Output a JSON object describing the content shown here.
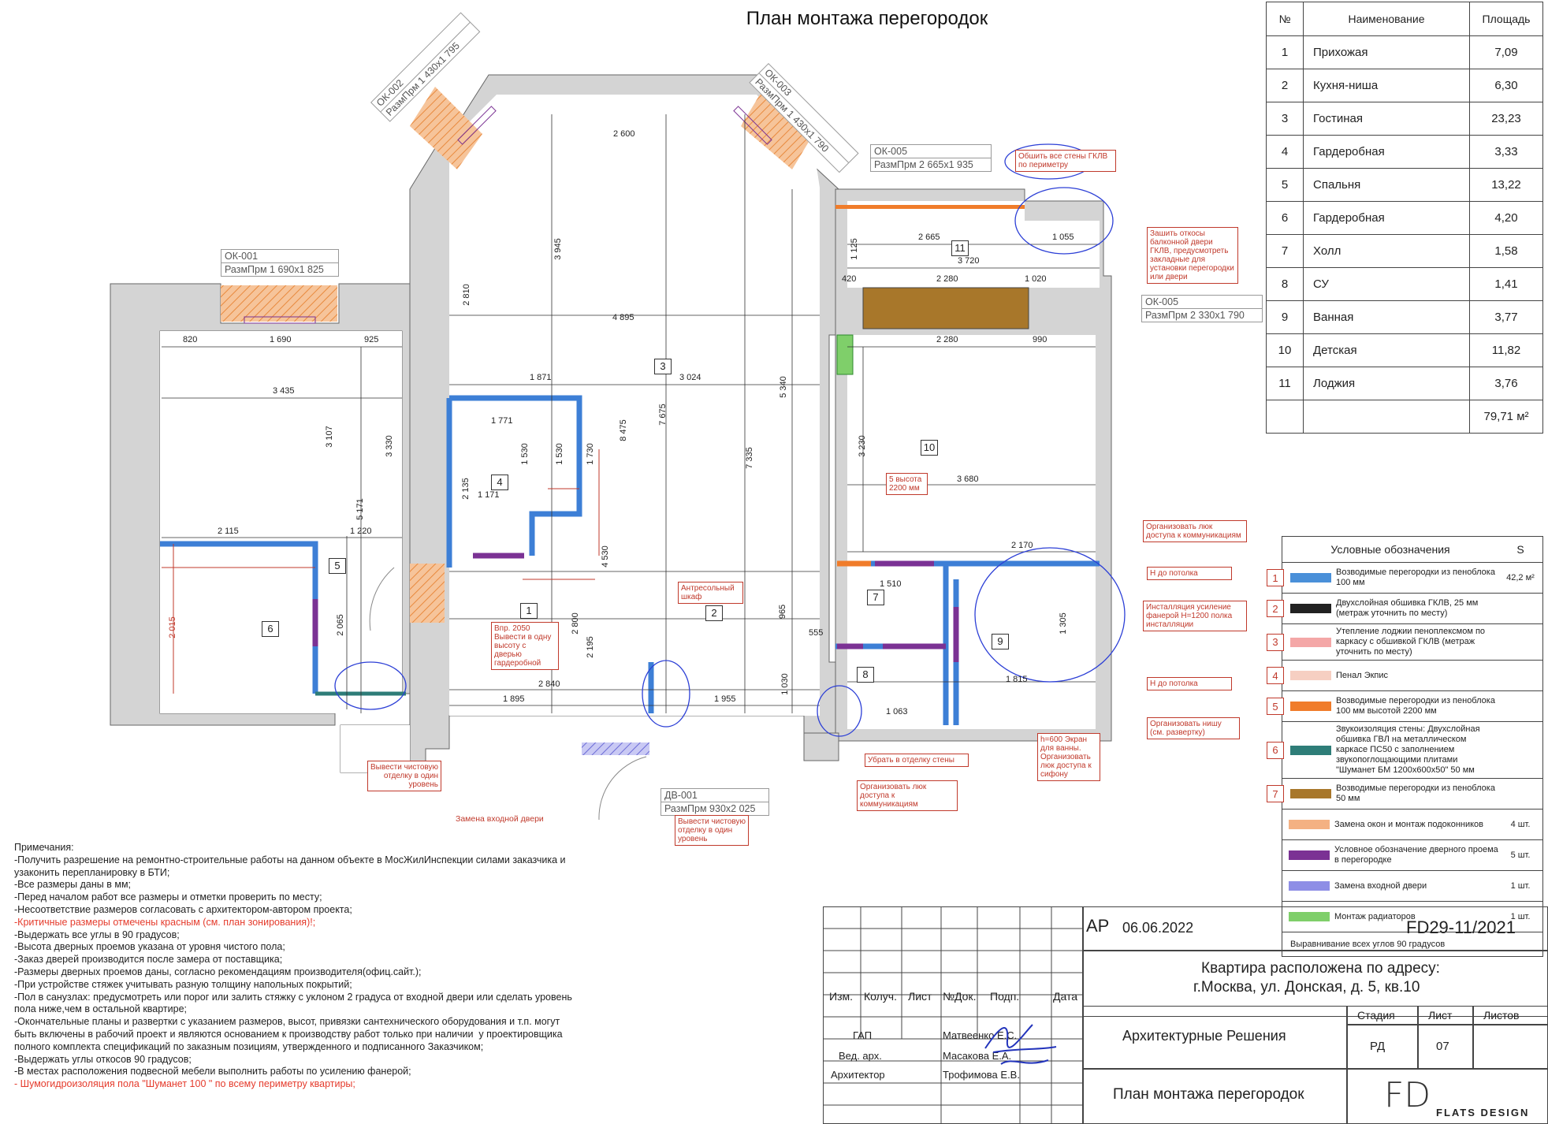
{
  "page_title": "План монтажа перегородок",
  "rooms_table": {
    "headers": [
      "№",
      "Наименование",
      "Площадь"
    ],
    "rows": [
      {
        "n": "1",
        "name": "Прихожая",
        "area": "7,09"
      },
      {
        "n": "2",
        "name": "Кухня-ниша",
        "area": "6,30"
      },
      {
        "n": "3",
        "name": "Гостиная",
        "area": "23,23"
      },
      {
        "n": "4",
        "name": "Гардеробная",
        "area": "3,33"
      },
      {
        "n": "5",
        "name": "Спальня",
        "area": "13,22"
      },
      {
        "n": "6",
        "name": "Гардеробная",
        "area": "4,20"
      },
      {
        "n": "7",
        "name": "Холл",
        "area": "1,58"
      },
      {
        "n": "8",
        "name": "СУ",
        "area": "1,41"
      },
      {
        "n": "9",
        "name": "Ванная",
        "area": "3,77"
      },
      {
        "n": "10",
        "name": "Детская",
        "area": "11,82"
      },
      {
        "n": "11",
        "name": "Лоджия",
        "area": "3,76"
      }
    ],
    "total": "79,71 м²"
  },
  "legend": {
    "title": "Условные обозначения",
    "s_header": "S",
    "items": [
      {
        "num": "1",
        "color": "#4a90d9",
        "text": "Возводимые перегородки из пеноблока 100 мм",
        "count": "42,2 м²"
      },
      {
        "num": "2",
        "color": "#222222",
        "text": "Двухслойная обшивка ГКЛВ, 25 мм (метраж уточнить по месту)",
        "count": ""
      },
      {
        "num": "3",
        "color": "#f4a7a7",
        "text": "Утепление лоджии пеноплексмом по каркасу с обшивкой ГКЛВ (метраж уточнить по месту)",
        "count": ""
      },
      {
        "num": "4",
        "color": "#f6cfc2",
        "text": "Пенал Экпис",
        "count": ""
      },
      {
        "num": "5",
        "color": "#f07c2a",
        "text": "Возводимые перегородки из пеноблока 100 мм высотой 2200 мм",
        "count": ""
      },
      {
        "num": "6",
        "color": "#2e7d78",
        "text": "Звукоизоляция стены: Двухслойная обшивка ГВЛ на металлическом каркасе ПС50 с заполнением звукопоглощающими плитами \"Шуманет БМ 1200x600x50\" 50 мм",
        "count": ""
      },
      {
        "num": "7",
        "color": "#a8772a",
        "text": "Возводимые перегородки из пеноблока 50 мм",
        "count": ""
      },
      {
        "num": "",
        "color": "#f4b183",
        "text": "Замена окон и монтаж подоконников",
        "count": "4 шт."
      },
      {
        "num": "",
        "color": "#7b3294",
        "text": "Условное обозначение дверного проема в перегородке",
        "count": "5 шт."
      },
      {
        "num": "",
        "color": "#8e8ee6",
        "text": "Замена входной двери",
        "count": "1 шт."
      },
      {
        "num": "",
        "color": "#7fcf6a",
        "text": "Монтаж радиаторов",
        "count": "1 шт."
      }
    ],
    "footer": "Выравнивание всех углов 90 градусов"
  },
  "windows": [
    {
      "id": "ОК-001",
      "size": "РазмПрм  1 690х1 825"
    },
    {
      "id": "ОК-002",
      "size": "РазмПрм  1 430х1 795"
    },
    {
      "id": "ОК-003",
      "size": "РазмПрм  1 430х1 790"
    },
    {
      "id": "ОК-005",
      "size": "РазмПрм  2 665х1 935"
    },
    {
      "id": "ОК-005",
      "size": "РазмПрм  2 330х1 790"
    },
    {
      "id": "ДВ-001",
      "size": "РазмПрм  930х2 025"
    }
  ],
  "callouts": {
    "glv_walls": "Обшить все стены ГКЛВ по периметру",
    "balcony": "Зашить откосы балконной двери ГКЛВ, предусмотреть закладные для установки перегородки или двери",
    "hatch_1": "Организовать люк доступа к коммуникациям",
    "h_ceiling_1": "Н до потолка",
    "install": "Инсталляция усиление фанерой Н=1200 полка инсталляции",
    "h_ceiling_2": "Н до потолка",
    "niche": "Организовать нишу (см. развертку)",
    "screen": "h=600 Экран для ванны. Организовать люк доступа к сифону",
    "remove_wall": "Убрать в отделку стены",
    "hatch_2": "Организовать люк доступа к коммуникациям",
    "finish_1": "Вывести чистовую отделку в один уровень",
    "finish_2": "Вывести чистовую отделку в один уровень",
    "door_replace": "Замена входной двери",
    "mezzanine": "Антресольный шкаф",
    "vpr": "Впр. 2050 Вывести в одну высоту с дверью гардеробной",
    "partition5": "5 высота 2200 мм"
  },
  "dims": {
    "d2600": "2 600",
    "d3945": "3 945",
    "d2810": "2 810",
    "d4895": "4 895",
    "d1871": "1 871",
    "d3024": "3 024",
    "d7675": "7 675",
    "d8475": "8 475",
    "d7335": "7 335",
    "d5340": "5 340",
    "d1771": "1 771",
    "d1530a": "1 530",
    "d1530b": "1 530",
    "d1730": "1 730",
    "d2135": "2 135",
    "d1171": "1 171",
    "d4530": "4 530",
    "d820": "820",
    "d1690": "1 690",
    "d925": "925",
    "d3435": "3 435",
    "d3107": "3 107",
    "d3330": "3 330",
    "d5171": "5 171",
    "d2115": "2 115",
    "d1220": "1 220",
    "d2015": "2 015",
    "d2065": "2 065",
    "d2800": "2 800",
    "d2195": "2 195",
    "d2840": "2 840",
    "d1895": "1 895",
    "d1955": "1 955",
    "d2665": "2 665",
    "d3720": "3 720",
    "d1055": "1 055",
    "d1125": "1 125",
    "d2280a": "2 280",
    "d1020": "1 020",
    "d420": "420",
    "d2280b": "2 280",
    "d990": "990",
    "d3230": "3 230",
    "d3680": "3 680",
    "d2170": "2 170",
    "d1510": "1 510",
    "d1305": "1 305",
    "d1815": "1 815",
    "d1030": "1 030",
    "d1063": "1 063",
    "d555": "555",
    "d965": "965"
  },
  "room_nums": [
    "1",
    "2",
    "3",
    "4",
    "5",
    "6",
    "7",
    "8",
    "9",
    "10",
    "11"
  ],
  "notes": {
    "title": "Примечания:",
    "lines": [
      "-Получить разрешение на ремонтно-строительные работы на данном объекте в МосЖилИнспекции силами заказчика и узаконить перепланировку в БТИ;",
      "-Все размеры даны в мм;",
      "-Перед началом работ все размеры и отметки проверить по месту;",
      "-Несоответствие размеров согласовать с архитектором-автором проекта;"
    ],
    "red_line_1": "-Критичные размеры отмечены красным (см. план зонирования)!;",
    "lines2": [
      "-Выдержать все углы в 90 градусов;",
      "-Высота дверных проемов указана от уровня чистого пола;",
      "-Заказ дверей производится после замера от поставщика;",
      "-Размеры дверных проемов даны, согласно рекомендациям производителя(офиц.сайт.);",
      "-При устройстве стяжек учитывать разную толщину напольных покрытий;",
      "-Пол в санузлах: предусмотреть или порог или залить стяжку с уклоном 2 градуса от входной двери или сделать уровень пола ниже,чем в остальной квартире;",
      "-Окончательные планы и развертки с указанием размеров, высот, привязки сантехнического оборудования и т.п. могут быть включены в рабочий проект и являются основанием к производству работ только при наличии  у проектировщика полного комплекта спецификаций по заказным позициям, утвержденного и подписанного Заказчиком;",
      "-Выдержать углы откосов 90 градусов;",
      "-В местах расположения подвесной мебели выполнить работы по усилению фанерой;"
    ],
    "red_line_2": "- Шумогидроизоляция пола \"Шуманет 100 \" по всему периметру квартиры;"
  },
  "title_block": {
    "stage_code": "АР",
    "date": "06.06.2022",
    "project_no": "FD29-11/2021",
    "address_1": "Квартира расположена по адресу:",
    "address_2": "г.Москва, ул. Донская, д. 5, кв.10",
    "col_izm": "Изм.",
    "col_kol": "Колуч.",
    "col_list": "Лист",
    "col_ndok": "№Док.",
    "col_podp": "Подп.",
    "col_data": "Дата",
    "role_1": "ГАП",
    "name_1": "Матвеенко Е.С.",
    "role_2": "Вед. арх.",
    "name_2": "Масакова Е.А.",
    "role_3": "Архитектор",
    "name_3": "Трофимова Е.В.",
    "section": "Архитектурные Решения",
    "h_stage": "Стадия",
    "h_sheet": "Лист",
    "h_sheets": "Листов",
    "stage": "РД",
    "sheet": "07",
    "sheet_title": "План монтажа перегородок",
    "brand": "FLATS DESIGN",
    "brand_mono": "FD"
  }
}
